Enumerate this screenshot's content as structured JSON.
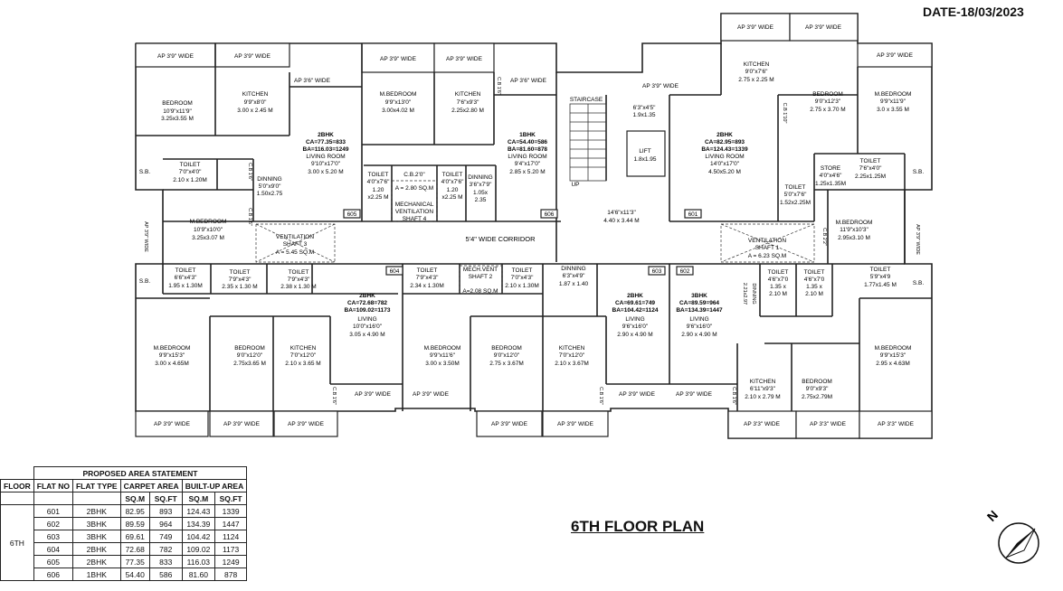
{
  "date": "DATE-18/03/2023",
  "title": "6TH FLOOR PLAN",
  "rooms": {
    "f605_bed": [
      "BEDROOM",
      "10'9\"x11'9\"",
      "3.25x3.55 M"
    ],
    "f605_kit": [
      "KITCHEN",
      "9'9\"x8'0\"",
      "3.00 x 2.45 M"
    ],
    "f605_flat": [
      "2BHK",
      "CA=77.35=833",
      "BA=116.03=1249",
      "LIVING ROOM",
      "9'10\"x17'0\"",
      "3.00 x 5.20 M"
    ],
    "f605_toilet": [
      "TOILET",
      "7'0\"x4'0\"",
      "2.10 x 1.20M"
    ],
    "f605_din": [
      "DINNING",
      "5'0\"x9'0\"",
      "1.50x2.75"
    ],
    "f605_mbed": [
      "M.BEDROOM",
      "10'9\"x10'0\"",
      "3.25x3.07 M"
    ],
    "f606_mbed": [
      "M.BEDROOM",
      "9'9\"x13'0\"",
      "3.00x4.02 M"
    ],
    "f606_kit": [
      "KITCHEN",
      "7'6\"x9'3\"",
      "2.25x2.80 M"
    ],
    "f606_flat": [
      "1BHK",
      "CA=54.40=586",
      "BA=81.60=878",
      "LIVING ROOM",
      "9'4\"x17'0\"",
      "2.85 x 5.20 M"
    ],
    "f606_toilet1": [
      "TOILET",
      "4'0\"x7'6\"",
      "1.20",
      "x2.25 M"
    ],
    "f606_toilet2": [
      "TOILET",
      "4'0\"x7'6\"",
      "1.20",
      "x2.25 M"
    ],
    "f606_din": [
      "DINNING",
      "3'6\"x7'9\"",
      "1.05x",
      "2.35"
    ],
    "cb_small": "C.B.2'0\"",
    "shaft4": [
      "A = 2.80 SQ.M",
      "MECHANICAL",
      "VENTILATION",
      "SHAFT 4"
    ],
    "staircase": "STAIRCASE",
    "up": "UP",
    "stair_dim": [
      "6'3\"x4'5\"",
      "1.9x1.35"
    ],
    "lift": [
      "LIFT",
      "1.8x1.95"
    ],
    "lobby": [
      "14'6\"x11'3\"",
      "4.40 x 3.44 M"
    ],
    "corridor": "5'4\" WIDE CORRIDOR",
    "shaft3": [
      "VENTILATION",
      "SHAFT 3",
      "A = 5.45 SQ.M"
    ],
    "shaft1": [
      "VENTILATION",
      "SHAFT 1",
      "A = 6.23 SQ.M"
    ],
    "shaft2": [
      "MECH.VENT",
      "SHAFT 2",
      "A=2.08 SQ.M"
    ],
    "f601_kit": [
      "KITCHEN",
      "9'0\"x7'6\"",
      "2.75 x 2.25 M"
    ],
    "f601_bed": [
      "BEDROOM",
      "9'0\"x12'3\"",
      "2.75 x 3.70 M"
    ],
    "f601_mbed": [
      "M.BEDROOM",
      "9'9\"x11'9\"",
      "3.0 x 3.55 M"
    ],
    "f601_flat": [
      "2BHK",
      "CA=82.95=893",
      "BA=124.43=1339",
      "LIVING ROOM",
      "14'0\"x17'0\"",
      "4.50x5.20 M"
    ],
    "f601_toilet": [
      "TOILET",
      "5'0\"x7'6\"",
      "1.52x2.25M"
    ],
    "f601_store": [
      "STORE",
      "4'0\"x4'6\"",
      "1.25x1.35M"
    ],
    "f601_toilet2": [
      "TOILET",
      "7'6\"x4'0\"",
      "2.25x1.25M"
    ],
    "f602_mbed": [
      "M.BEDROOM",
      "11'9\"x10'3\"",
      "2.95x3.10 M"
    ],
    "f602_toilet1": [
      "TOILET",
      "4'6\"x7'0",
      "1.35 x",
      "2.10 M"
    ],
    "f602_toilet2": [
      "TOILET",
      "4'6\"x7'0",
      "1.35 x",
      "2.10 M"
    ],
    "f602_toilet3": [
      "TOILET",
      "5'9\"x4'9",
      "1.77x1.45 M"
    ],
    "f602_din": [
      "DINNING",
      "7'3\"x9'3\"",
      "2.21x2.97"
    ],
    "f602_flat": [
      "3BHK",
      "CA=89.59=964",
      "BA=134.39=1447",
      "LIVING",
      "9'6\"x16'0\"",
      "2.90 x 4.90 M"
    ],
    "f602_kit": [
      "KITCHEN",
      "6'11\"x9'3\"",
      "2.10 x 2.79 M"
    ],
    "f602_bed": [
      "BEDROOM",
      "9'0\"x9'3\"",
      "2.75x2.79M"
    ],
    "f602_mbed2": [
      "M.BEDROOM",
      "9'9\"x15'3\"",
      "2.95 x 4.63M"
    ],
    "f603_flat": [
      "2BHK",
      "CA=69.61=749",
      "BA=104.42=1124",
      "LIVING",
      "9'6\"x16'0\"",
      "2.90 x 4.90 M"
    ],
    "f603_mbed": [
      "M.BEDROOM",
      "9'9\"x11'6\"",
      "3.00 x 3.50M"
    ],
    "f603_bed": [
      "BEDROOM",
      "9'0\"x12'0\"",
      "2.75 x 3.67M"
    ],
    "f603_kit": [
      "KITCHEN",
      "7'0\"x12'0\"",
      "2.10 x 3.67M"
    ],
    "f603_toilet1": [
      "TOILET",
      "7'9\"x4'3\"",
      "2.34 x 1.30M"
    ],
    "f603_toilet2": [
      "TOILET",
      "7'0\"x4'3\"",
      "2.10 x 1.30M"
    ],
    "f603_din": [
      "DINNING",
      "6'3\"x4'9\"",
      "1.87 x 1.40"
    ],
    "f604_flat": [
      "2BHK",
      "CA=72.68=782",
      "BA=109.02=1173",
      "LIVING",
      "10'0\"x16'0\"",
      "3.05 x 4.90 M"
    ],
    "f604_mbed": [
      "M.BEDROOM",
      "9'9\"x15'3\"",
      "3.00 x 4.65M"
    ],
    "f604_bed": [
      "BEDROOM",
      "9'0\"x12'0\"",
      "2.75x3.65 M"
    ],
    "f604_kit": [
      "KITCHEN",
      "7'0\"x12'0\"",
      "2.10 x 3.65 M"
    ],
    "f604_toilet1": [
      "TOILET",
      "6'6\"x4'3\"",
      "1.95 x 1.30M"
    ],
    "f604_toilet2": [
      "TOILET",
      "7'9\"x4'3\"",
      "2.35 x 1.30 M"
    ],
    "f604_toilet3": [
      "TOILET",
      "7'9\"x4'3\"",
      "2.38 x 1.30 M"
    ],
    "sb": "S.B.",
    "cb_label": "C.B 1'6\"",
    "cb_label2": "C.B 2'2\"",
    "cb_label3": "C.B 1'10\"",
    "cb_label4": "C.B 1'6\"",
    "ap39": "AP 3'9\" WIDE",
    "ap36": "AP 3'6\" WIDE",
    "ap33": "AP 3'3\" WIDE",
    "tags": [
      "605",
      "606",
      "601",
      "604",
      "603",
      "602"
    ]
  },
  "table": {
    "caption": "PROPOSED AREA STATEMENT",
    "h_floor": "FLOOR",
    "h_flatno": "FLAT NO",
    "h_type": "FLAT TYPE",
    "h_carpet": "CARPET AREA",
    "h_built": "BUILT-UP AREA",
    "h_sqm": "SQ.M",
    "h_sqft": "SQ.FT",
    "floor": "6TH",
    "rows": [
      [
        "601",
        "2BHK",
        "82.95",
        "893",
        "124.43",
        "1339"
      ],
      [
        "602",
        "3BHK",
        "89.59",
        "964",
        "134.39",
        "1447"
      ],
      [
        "603",
        "3BHK",
        "69.61",
        "749",
        "104.42",
        "1124"
      ],
      [
        "604",
        "2BHK",
        "72.68",
        "782",
        "109.02",
        "1173"
      ],
      [
        "605",
        "2BHK",
        "77.35",
        "833",
        "116.03",
        "1249"
      ],
      [
        "606",
        "1BHK",
        "54.40",
        "586",
        "81.60",
        "878"
      ]
    ]
  },
  "compass": "N"
}
